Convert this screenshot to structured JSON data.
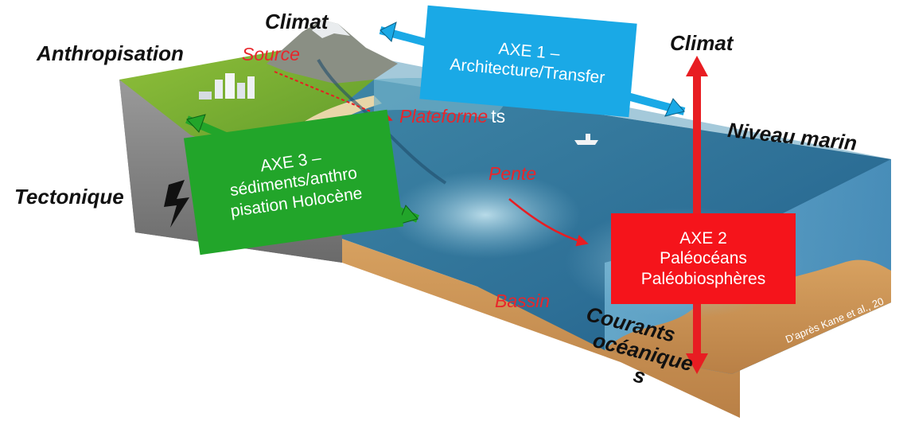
{
  "labels": {
    "climat_top": "Climat",
    "anthropisation": "Anthropisation",
    "source": "Source",
    "climat_right": "Climat",
    "niveau_marin": "Niveau marin",
    "plateforme": "Plateforme",
    "plateforme_suffix": "ts",
    "pente": "Pente",
    "tectonique": "Tectonique",
    "bassin": "Bassin",
    "courants_1": "Courants",
    "courants_2": "océanique",
    "courants_3": "s"
  },
  "boxes": {
    "axe1": {
      "line1": "AXE 1 –",
      "line2": "Architecture/Transfer",
      "color": "#1aa9e6"
    },
    "axe3": {
      "line1": "AXE 3 –",
      "line2": "sédiments/anthro",
      "line3": "pisation Holocène",
      "color": "#22a52a"
    },
    "axe2": {
      "line1": "AXE 2",
      "line2": "Paléocéans",
      "line3": "Paléobiosphères",
      "color": "#f5141b"
    }
  },
  "credit": "D'après Kane et al., 20",
  "colors": {
    "red_label": "#e8262b",
    "arrow_red": "#e81d22",
    "arrow_blue": "#1aa9e6",
    "arrow_green": "#22a52a"
  },
  "icons": [
    "lightning-icon",
    "ship-icon",
    "city-icon",
    "mountain-icon"
  ]
}
